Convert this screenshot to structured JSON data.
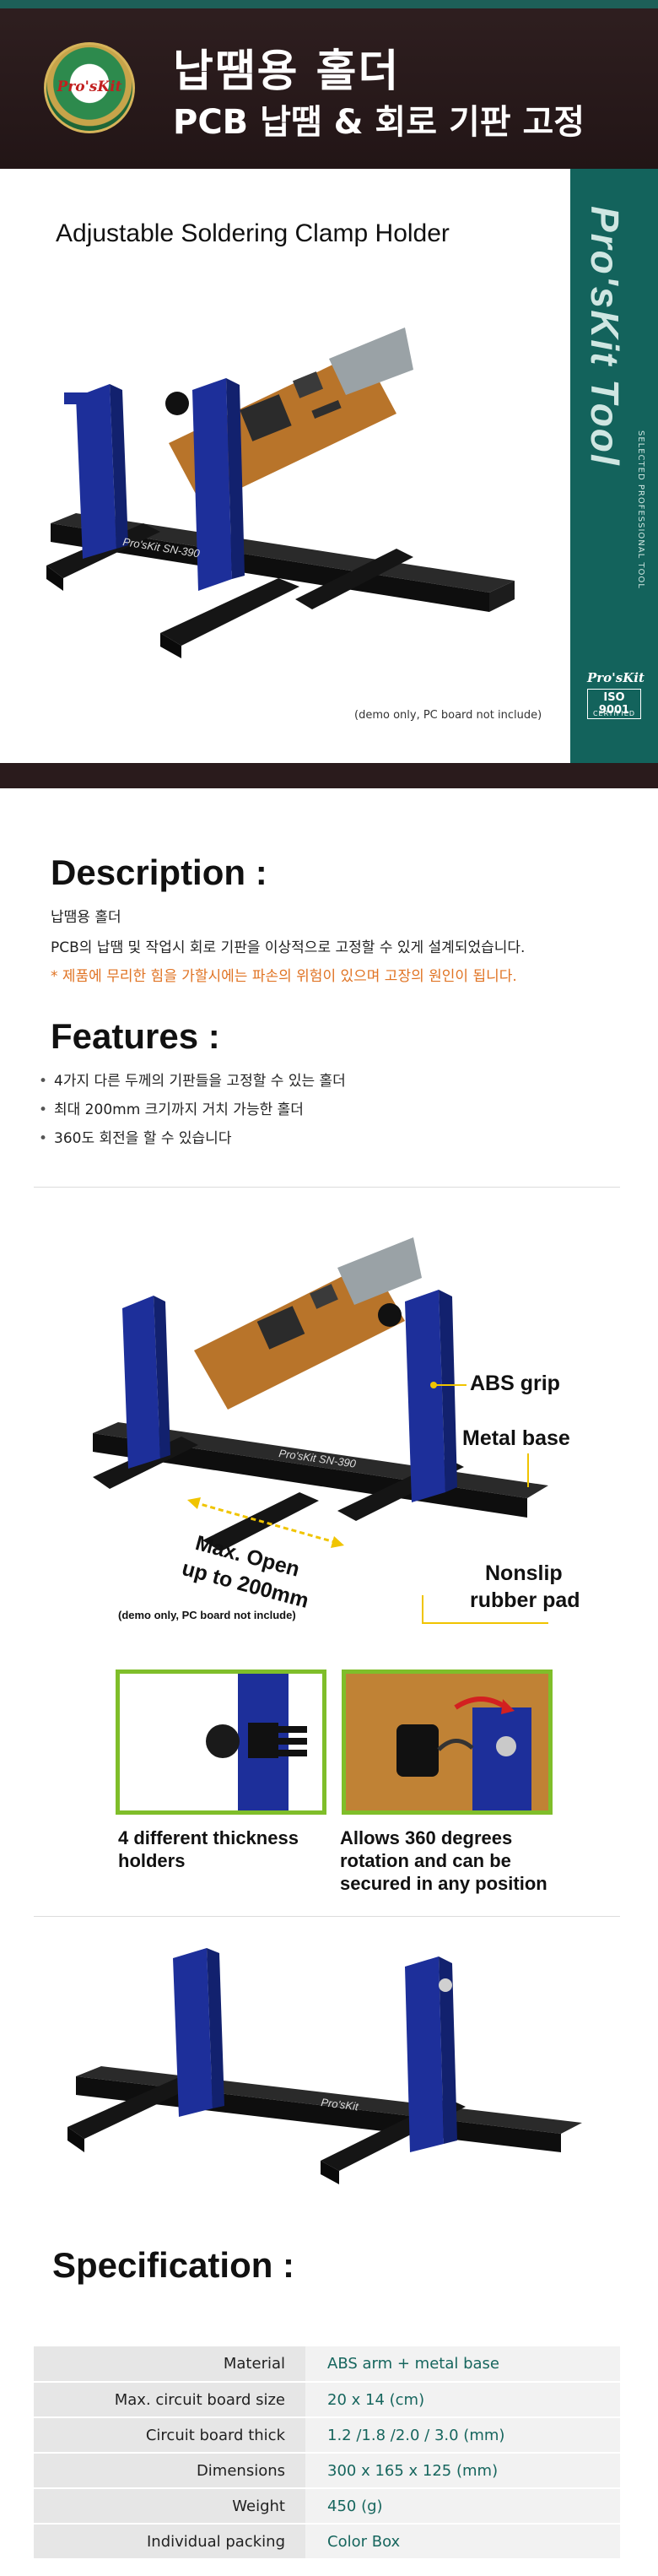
{
  "header": {
    "logo": "Pro'sKit",
    "title": "납땜용 홀더",
    "subtitle": "PCB 납땜 & 회로 기판 고정"
  },
  "hero": {
    "title": "Adjustable Soldering Clamp Holder",
    "side_brand": "Pro'sKit Tool",
    "side_tag": "SELECTED PROFESSIONAL TOOL",
    "side_logo": "Pro'sKit",
    "iso": "ISO 9001",
    "certified": "CERTIFIED",
    "note": "(demo only, PC board not include)",
    "stand_label": "Pro'sKit SN-390"
  },
  "description": {
    "heading": "Description :",
    "line1": "납땜용 홀더",
    "line2": "PCB의 납땜 및 작업시 회로 기판을 이상적으로 고정할 수 있게 설계되었습니다.",
    "warning": "* 제품에 무리한 힘을 가할시에는 파손의 위험이 있으며 고장의 원인이 됩니다."
  },
  "features": {
    "heading": "Features :",
    "items": [
      "4가지 다른 두께의 기판들을 고정할 수 있는 홀더",
      "최대 200mm 크기까지 거치 가능한 홀더",
      "360도 회전을 할 수 있습니다"
    ]
  },
  "diagram": {
    "abs_grip": "ABS grip",
    "metal_base": "Metal base",
    "max_open_1": "Max. Open",
    "max_open_2": "up to  200mm",
    "nonslip_1": "Nonslip",
    "nonslip_2": "rubber pad",
    "note": "(demo only, PC board not include)",
    "stand_label": "Pro'sKit SN-390"
  },
  "details": {
    "left_1": "4 different thickness",
    "left_2": "holders",
    "right_1": "Allows 360 degrees",
    "right_2": "rotation and can be",
    "right_3": "secured in any position"
  },
  "bottom_stand_label": "Pro'sKit",
  "specification": {
    "heading": "Specification :",
    "rows": [
      {
        "key": "Material",
        "value": "ABS arm + metal base"
      },
      {
        "key": "Max. circuit board size",
        "value": "20 x 14 (cm)"
      },
      {
        "key": "Circuit board thick",
        "value": "1.2 /1.8 /2.0 / 3.0 (mm)"
      },
      {
        "key": "Dimensions",
        "value": "300 x 165 x 125 (mm)"
      },
      {
        "key": "Weight",
        "value": "450 (g)"
      },
      {
        "key": "Individual packing",
        "value": "Color Box"
      }
    ]
  },
  "colors": {
    "header_bg": "#2a1b1c",
    "accent_green": "#13635c",
    "highlight_yellow": "#f0c400",
    "box_green": "#7fbe2a",
    "warning_orange": "#e07323"
  }
}
